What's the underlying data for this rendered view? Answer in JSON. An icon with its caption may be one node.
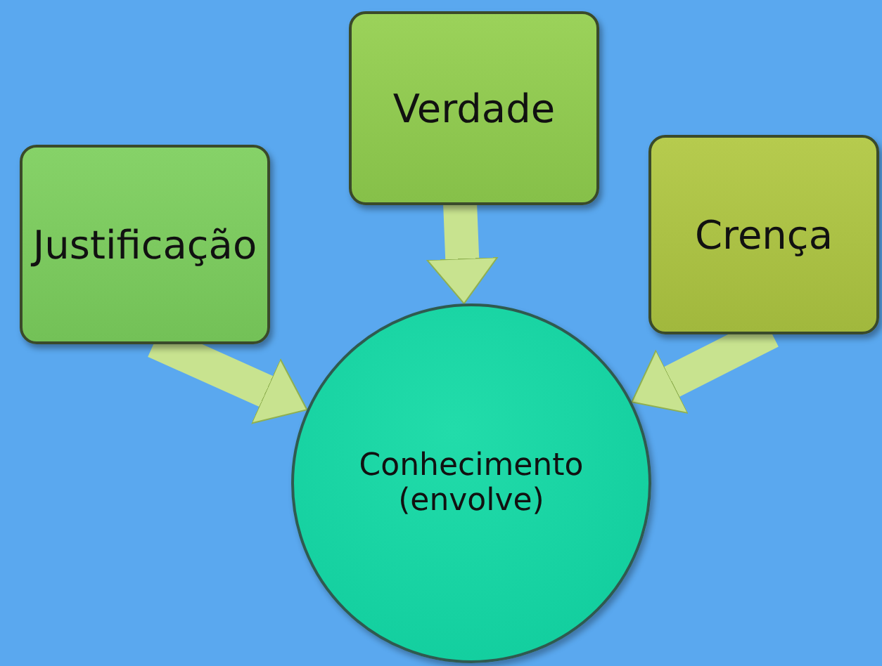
{
  "diagram": {
    "nodes": [
      {
        "text": [
          "Justificação"
        ]
      },
      {
        "text": [
          "Verdade"
        ]
      },
      {
        "text": [
          "Crença"
        ]
      },
      {
        "text": [
          "Conhecimento (envolve)"
        ]
      }
    ],
    "edges": [
      {
        "from": 0,
        "to": 3,
        "arrow": "to"
      },
      {
        "from": 1,
        "to": 3,
        "arrow": "to"
      },
      {
        "from": 2,
        "to": 3,
        "arrow": "to"
      }
    ]
  }
}
